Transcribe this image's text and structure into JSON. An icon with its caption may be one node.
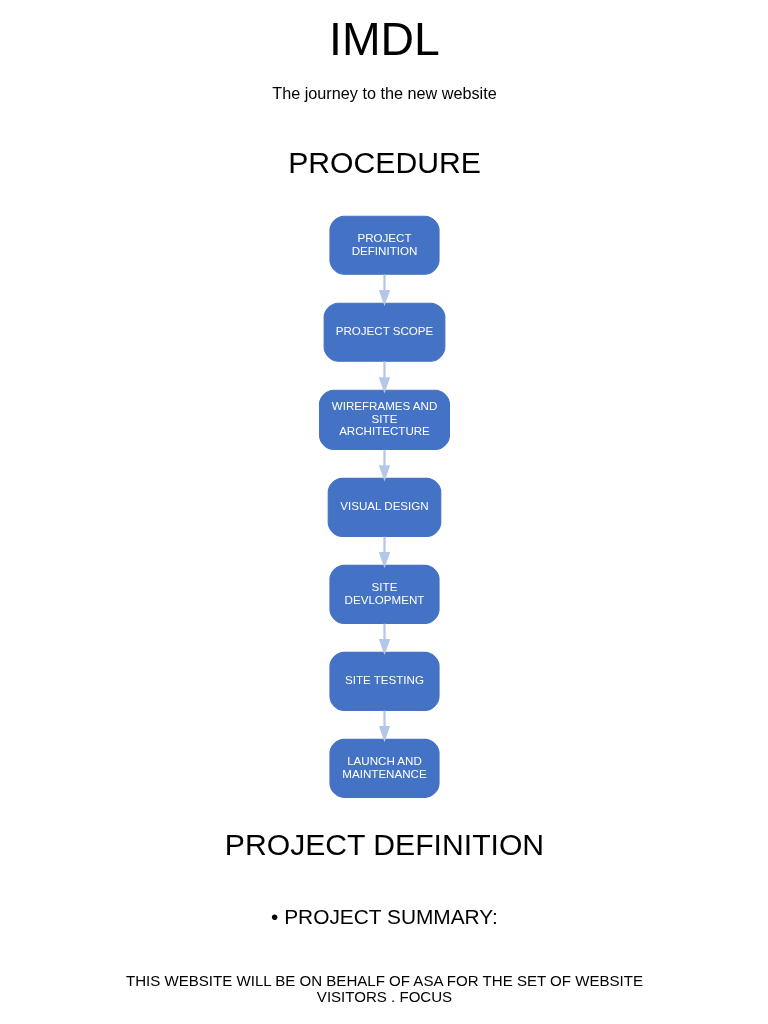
{
  "diagram": {
    "title": "IMDL",
    "nodes": [
      {
        "text": [
          "PROJECT DEFINITION"
        ]
      },
      {
        "text": [
          "PROJECT SCOPE"
        ]
      },
      {
        "text": [
          "WIREFRAMES AND SITE ARCHITECTURE"
        ]
      },
      {
        "text": [
          "VISUAL DESIGN"
        ]
      },
      {
        "text": [
          "SITE DEVLOPMENT"
        ]
      },
      {
        "text": [
          "SITE TESTING"
        ]
      },
      {
        "text": [
          "LAUNCH AND MAINTENANCE"
        ]
      }
    ],
    "edges": [
      {
        "from": 0,
        "to": 1,
        "arrow": "to"
      },
      {
        "from": 1,
        "to": 2,
        "arrow": "to"
      },
      {
        "from": 2,
        "to": 3,
        "arrow": "to"
      },
      {
        "from": 3,
        "to": 4,
        "arrow": "to"
      },
      {
        "from": 4,
        "to": 5,
        "arrow": "to"
      },
      {
        "from": 5,
        "to": 6,
        "arrow": "to"
      }
    ],
    "labels": [
      "The journey to the new website",
      "PROCEDURE",
      "PROJECT DEFINITION",
      "• PROJECT SUMMARY:",
      "THIS WEBSITE WILL BE ON BEHALF OF ASA FOR THE SET OF WEBSITE VISITORS . FOCUS"
    ]
  }
}
